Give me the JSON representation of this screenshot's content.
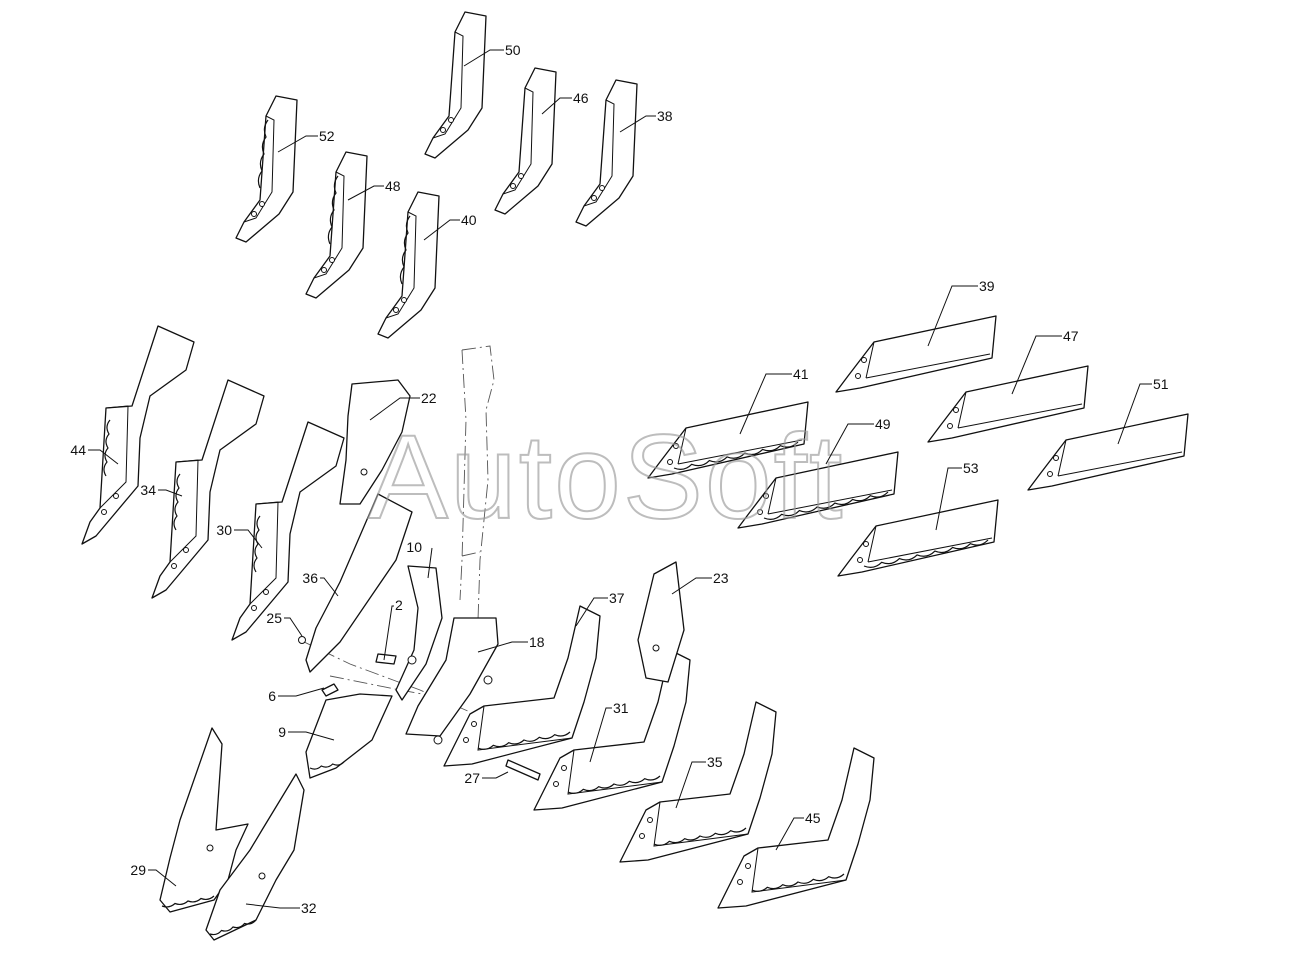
{
  "watermark": "AutoSoft",
  "callouts": [
    "50",
    "52",
    "46",
    "38",
    "48",
    "40",
    "39",
    "47",
    "41",
    "49",
    "51",
    "53",
    "44",
    "22",
    "34",
    "30",
    "10",
    "36",
    "2",
    "25",
    "18",
    "37",
    "23",
    "6",
    "9",
    "31",
    "27",
    "35",
    "45",
    "29",
    "32"
  ],
  "colors": {
    "line": "#111111",
    "background": "#ffffff",
    "watermark": "#9a9a9a"
  }
}
